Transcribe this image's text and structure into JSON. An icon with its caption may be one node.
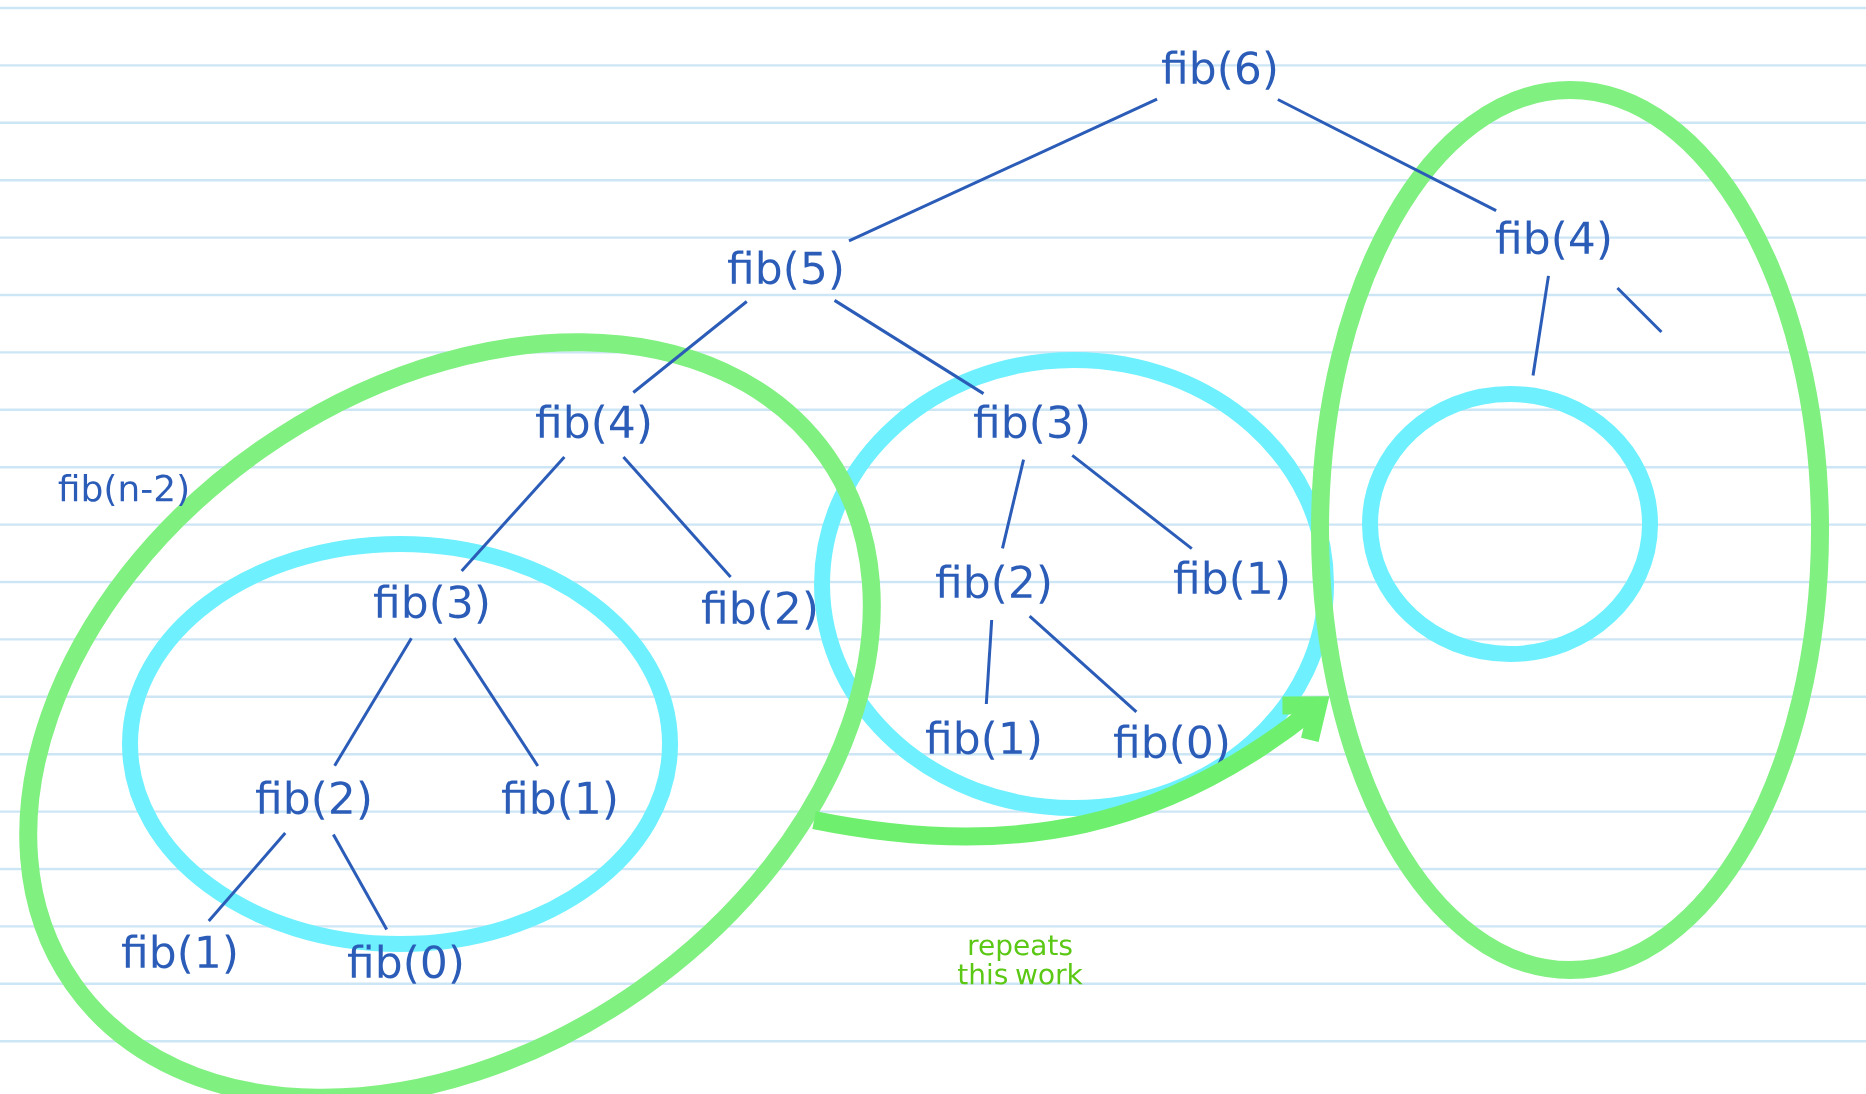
{
  "diagram": {
    "nodes": [
      {
        "text": [
          "fib(6)"
        ]
      },
      {
        "text": [
          "fib(5)"
        ]
      },
      {
        "text": [],
        "shape": "circle"
      },
      {
        "text": [
          "fib(4)"
        ],
        "in": 2
      },
      {
        "text": [],
        "shape": "circle",
        "in": 2
      },
      {
        "text": [],
        "shape": "circle"
      },
      {
        "text": [
          "fib(4)"
        ],
        "in": 5
      },
      {
        "text": [
          "fib(3)"
        ]
      },
      {
        "text": [
          "fib(3)"
        ],
        "in": 5
      },
      {
        "text": [
          "fib(2)"
        ],
        "in": 5
      },
      {
        "text": [
          "fib(2)"
        ]
      },
      {
        "text": [
          "fib(1)"
        ]
      },
      {
        "text": [
          "fib(2)"
        ],
        "in": 5
      },
      {
        "text": [
          "fib(1)"
        ],
        "in": 5
      },
      {
        "text": [
          "fib(1)"
        ]
      },
      {
        "text": [
          "fib(0)"
        ]
      },
      {
        "text": [
          "fib(1)"
        ],
        "in": 5
      },
      {
        "text": [
          "fib(0)"
        ],
        "in": 5
      }
    ],
    "edges": [
      {
        "from": 0,
        "to": 1,
        "arrow": "none"
      },
      {
        "from": 0,
        "to": 3,
        "arrow": "none"
      },
      {
        "from": 1,
        "to": 6,
        "arrow": "none"
      },
      {
        "from": 1,
        "to": 7,
        "arrow": "none"
      },
      {
        "from": 6,
        "to": 8,
        "arrow": "none"
      },
      {
        "from": 6,
        "to": 9,
        "arrow": "none"
      },
      {
        "from": 8,
        "to": 12,
        "arrow": "none"
      },
      {
        "from": 8,
        "to": 13,
        "arrow": "none"
      },
      {
        "from": 12,
        "to": 16,
        "arrow": "none"
      },
      {
        "from": 12,
        "to": 17,
        "arrow": "none"
      },
      {
        "from": 7,
        "to": 10,
        "arrow": "none"
      },
      {
        "from": 7,
        "to": 11,
        "arrow": "none"
      },
      {
        "from": 10,
        "to": 14,
        "arrow": "none"
      },
      {
        "from": 10,
        "to": 15,
        "arrow": "none"
      },
      {
        "from": 3,
        "to": 4,
        "arrow": "none"
      },
      {
        "from": 3,
        "to": null,
        "arrow": "none"
      },
      {
        "from": 5,
        "to": 2,
        "arrow": "to",
        "style": "thick",
        "color": "#6ef06e"
      }
    ],
    "labels": [
      "fib(n-2)",
      "repeats this work"
    ]
  }
}
